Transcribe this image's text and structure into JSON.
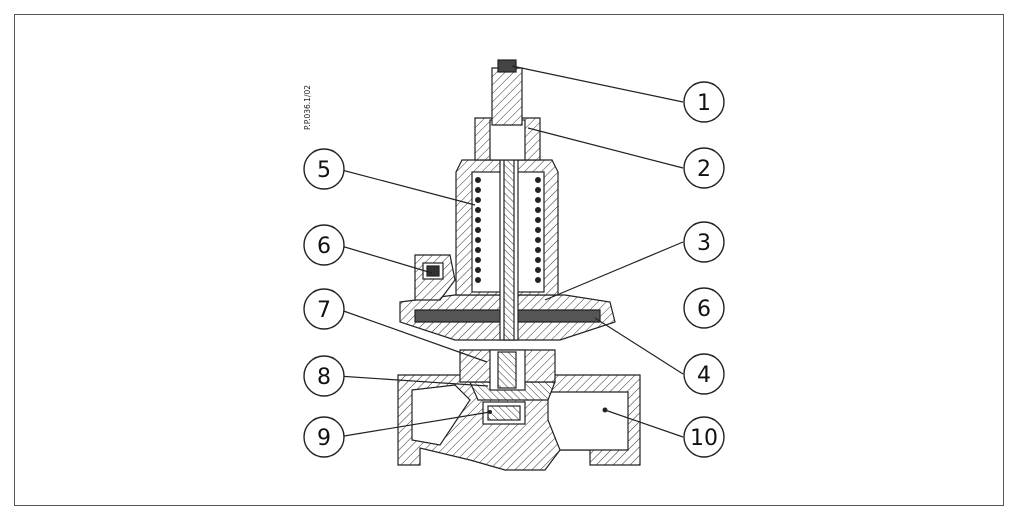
{
  "drawing_code": "P.P.036.1/02",
  "callouts": [
    "1",
    "2",
    "3",
    "4",
    "5",
    "6",
    "6",
    "7",
    "8",
    "9",
    "10"
  ]
}
